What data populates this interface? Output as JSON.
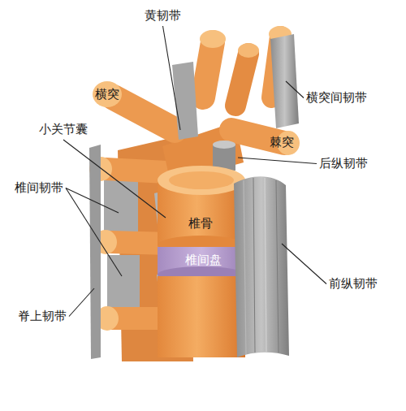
{
  "diagram": {
    "labels": [
      "黄韧带",
      "横突",
      "横突间韧带",
      "小关节囊",
      "棘突",
      "后纵韧带",
      "椎间韧带",
      "椎骨",
      "椎间盘",
      "前纵韧带",
      "脊上韧带"
    ]
  }
}
